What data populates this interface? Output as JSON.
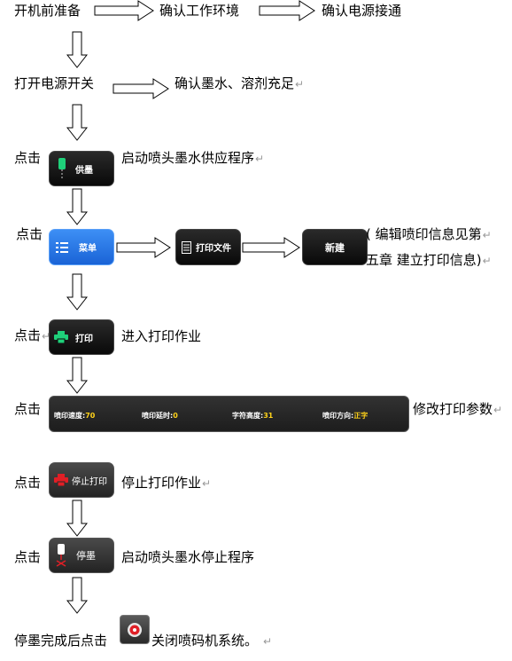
{
  "steps": {
    "prep": "开机前准备",
    "confirm_env": "确认工作环境",
    "confirm_power": "确认电源接通",
    "power_on": "打开电源开关",
    "confirm_ink": "确认墨水、溶剂充足",
    "click1": "点击",
    "start_supply": "启动喷头墨水供应程序",
    "click2": "点击",
    "edit_note_1": "( 编辑喷印信息见第",
    "edit_note_2": "五章  建立打印信息)",
    "click3": "点击",
    "enter_print": "进入打印作业",
    "click4": "点击",
    "modify_params": "修改打印参数",
    "click5": "点击",
    "stop_print_job": "停止打印作业",
    "click6": "点击",
    "start_stop_ink": "启动喷头墨水停止程序",
    "final_pre": "停墨完成后点击",
    "final_post": "关闭喷码机系统。",
    "return_mark": "↵"
  },
  "buttons": {
    "supply": "供墨",
    "menu": "菜单",
    "print_file": "打印文件",
    "new": "新建",
    "print": "打印",
    "stop_print": "停止打印",
    "stop_ink": "停墨"
  },
  "params": {
    "speed_label": "喷印速度:",
    "speed_value": "70",
    "delay_label": "喷印延时:",
    "delay_value": "0",
    "height_label": "字符高度:",
    "height_value": "31",
    "direction_label": "喷印方向:",
    "direction_value": "正字"
  },
  "colors": {
    "accent_green": "#1fd07a",
    "accent_red": "#e01f26",
    "value_yellow": "#ffd21a",
    "menu_blue": "#2a78ea"
  }
}
